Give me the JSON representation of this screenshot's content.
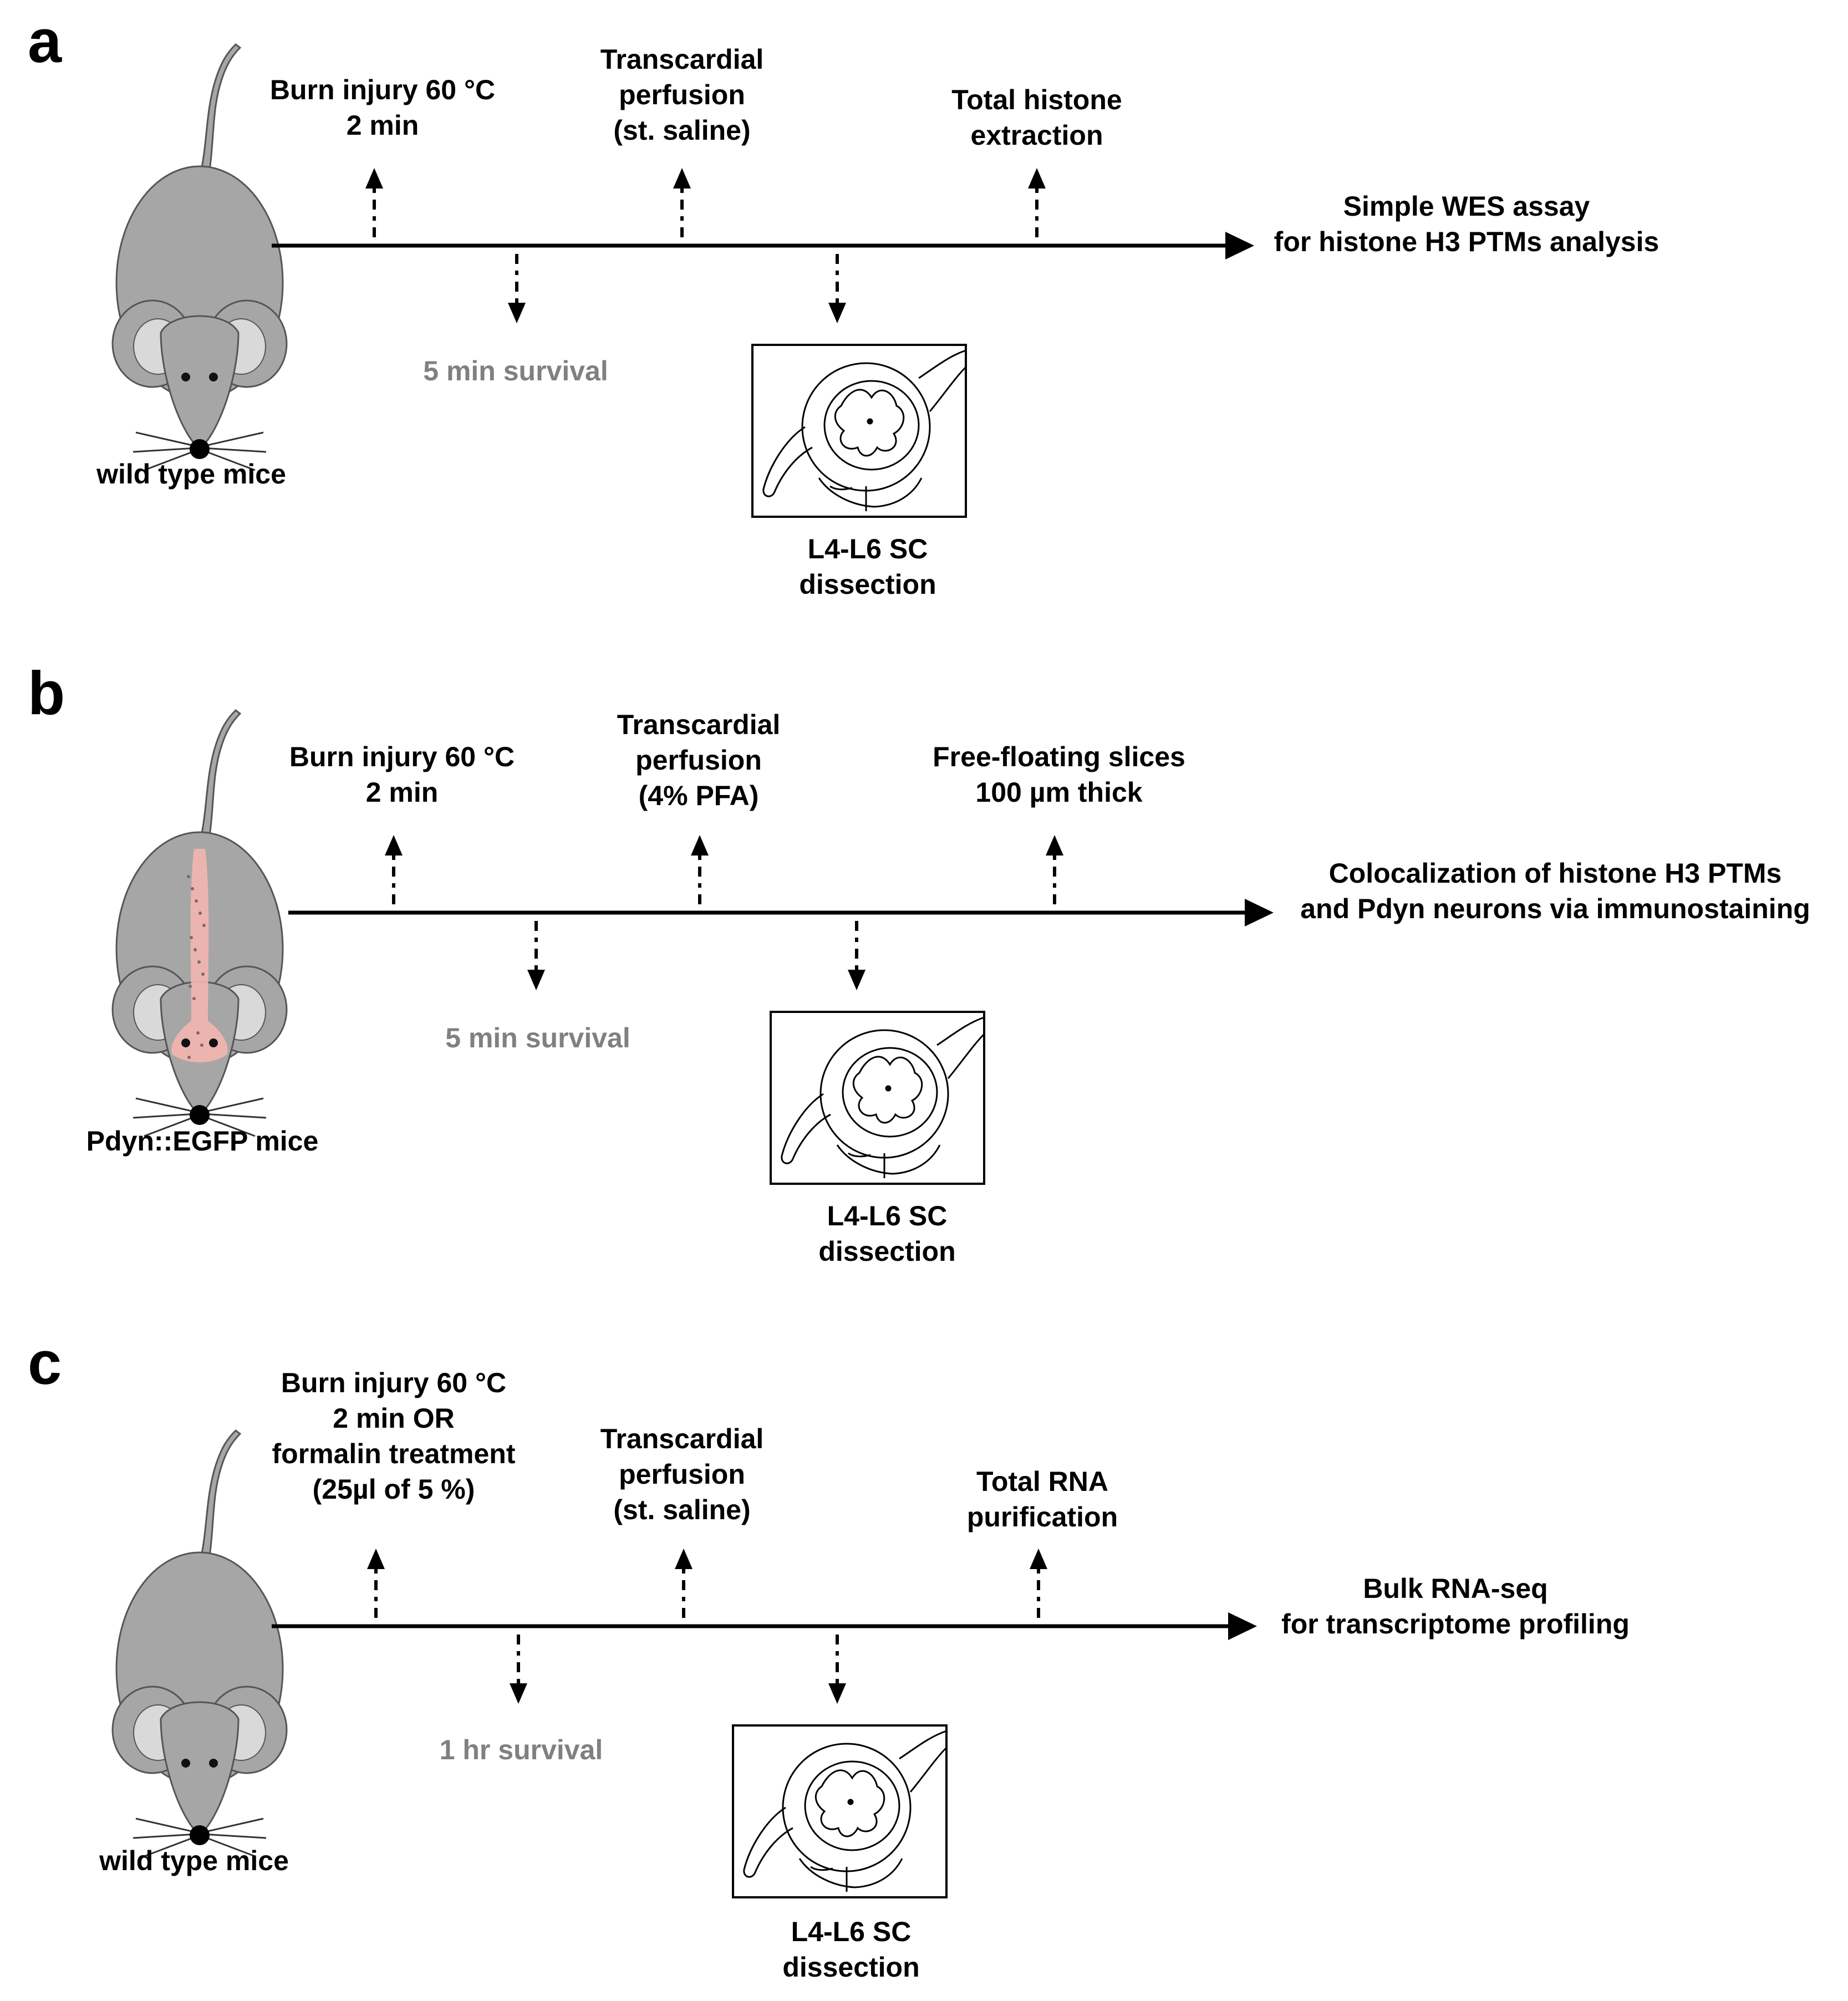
{
  "panels": [
    {
      "letter": "a",
      "mouse_label": "wild type mice",
      "mouse_variant": "wild-type",
      "steps_above": [
        "Burn injury 60 °C\n2 min",
        "Transcardial\nperfusion\n(st. saline)",
        "Total histone\nextraction"
      ],
      "steps_below": [
        "5 min survival",
        "L4-L6 SC\ndissection"
      ],
      "endpoint": "Simple WES assay\nfor histone H3 PTMs analysis"
    },
    {
      "letter": "b",
      "mouse_label": "Pdyn::EGFP mice",
      "mouse_variant": "pdyn-egfp",
      "steps_above": [
        "Burn injury 60 °C\n2 min",
        "Transcardial\nperfusion\n(4% PFA)",
        "Free-floating slices\n100 µm thick"
      ],
      "steps_below": [
        "5 min survival",
        "L4-L6 SC\ndissection"
      ],
      "endpoint": "Colocalization of histone H3 PTMs\nand Pdyn neurons via immunostaining"
    },
    {
      "letter": "c",
      "mouse_label": "wild type mice",
      "mouse_variant": "wild-type",
      "steps_above": [
        "Burn injury 60 °C\n2 min OR\nformalin treatment\n(25µl of 5 %)",
        "Transcardial\nperfusion\n(st. saline)",
        "Total RNA\npurification"
      ],
      "steps_below": [
        "1 hr survival",
        "L4-L6 SC\ndissection"
      ],
      "endpoint": "Bulk RNA-seq\nfor transcriptome profiling"
    }
  ],
  "colors": {
    "mouse_body": "#a6a6a6",
    "mouse_ear_inner": "#d9d9d9",
    "spinal_highlight": "#f4b6b0",
    "survival_text": "#808080",
    "line": "#000000"
  },
  "icons": [
    "mouse-icon",
    "spinal-cord-section-icon",
    "arrow-up-icon",
    "arrow-down-icon",
    "arrow-right-icon"
  ]
}
